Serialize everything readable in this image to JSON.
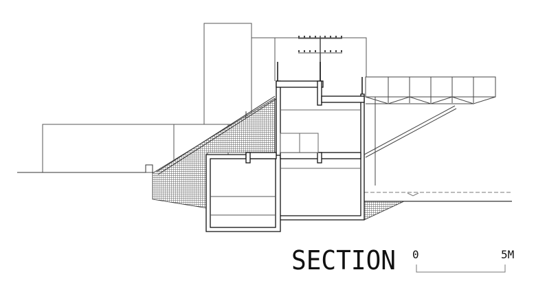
{
  "drawing": {
    "title": "SECTION",
    "scale_bar": {
      "start_label": "0",
      "end_label": "5M"
    },
    "colors": {
      "line": "#333333",
      "thick": "#111111",
      "hatch": "#555555",
      "light": "#888888"
    }
  }
}
